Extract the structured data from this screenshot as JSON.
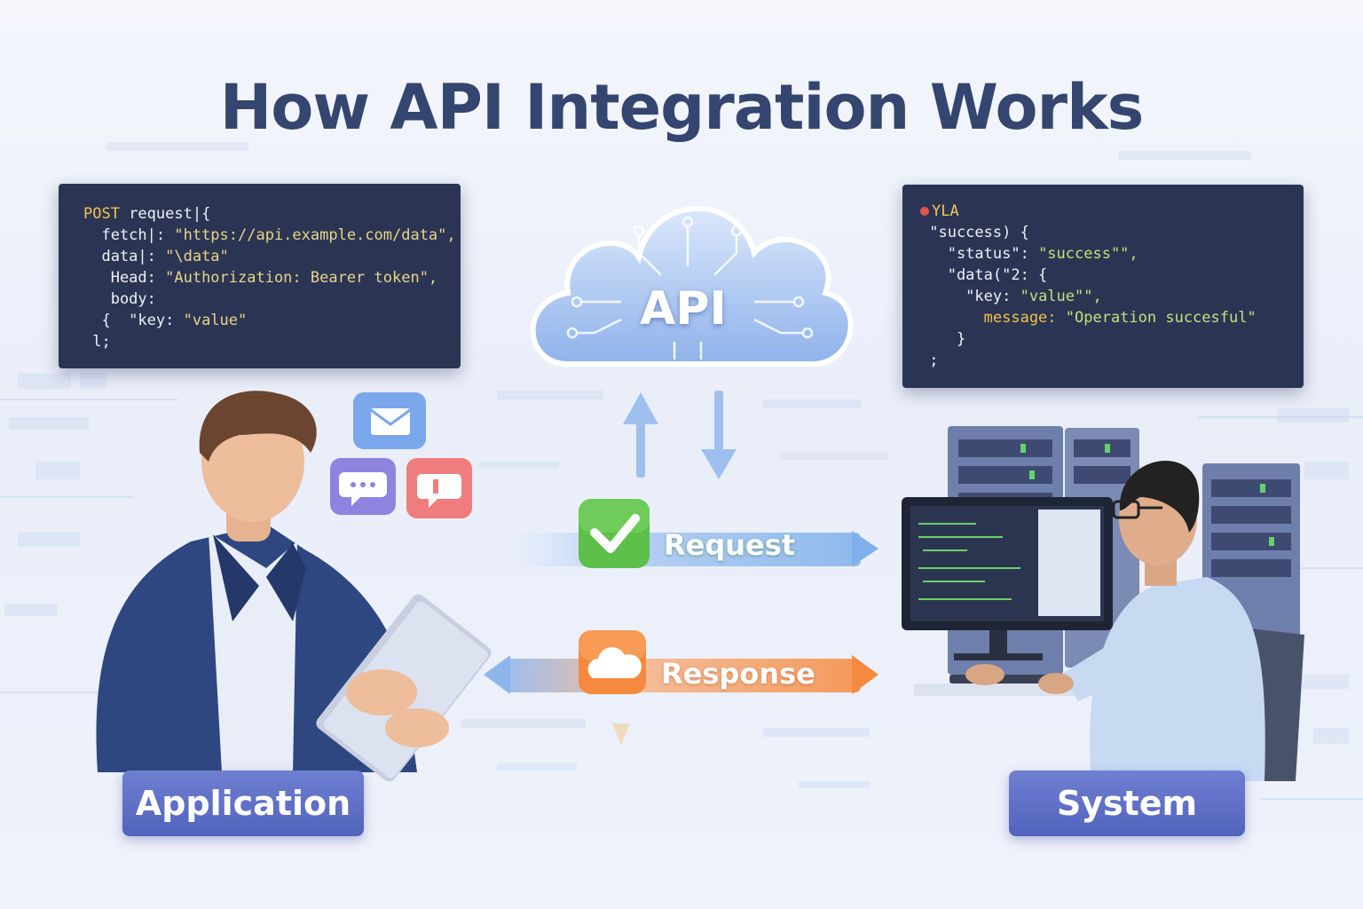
{
  "title": "How API Integration Works",
  "request_code": [
    {
      "k": "POST",
      "v": " request|{"
    },
    {
      "k": "",
      "v": "  fetch|: ",
      "s": "\"https://api.example.com/data\","
    },
    {
      "k": "",
      "v": "  data|: ",
      "s": "\"\\data\""
    },
    {
      "k": "",
      "v": "   Head: ",
      "s": "\"Authorization: Bearer token\","
    },
    {
      "k": "",
      "v": "   body:"
    },
    {
      "k": "",
      "v": "  {  \"key: ",
      "s": "\"value\""
    },
    {
      "k": "",
      "v": " l;"
    }
  ],
  "response_code": {
    "header": "YLA",
    "lines": [
      {
        "v": " \"success) {"
      },
      {
        "v": "   \"status\": ",
        "s": "\"success\"\","
      },
      {
        "v": "   \"data(\"2: {"
      },
      {
        "v": "     \"key: ",
        "s": "\"value\"\","
      },
      {
        "v": "       message: ",
        "s": "\"Operation succesful\""
      },
      {
        "v": "    }"
      },
      {
        "v": " ;"
      }
    ]
  },
  "cloud_label": "API",
  "request_label": "Request",
  "response_label": "Response",
  "application_label": "Application",
  "system_label": "System",
  "colors": {
    "title": "#34456f",
    "code_bg": "#2b3553",
    "request_green": "#5cc04a",
    "response_orange": "#f5893f",
    "badge": "#5a6bc4"
  }
}
